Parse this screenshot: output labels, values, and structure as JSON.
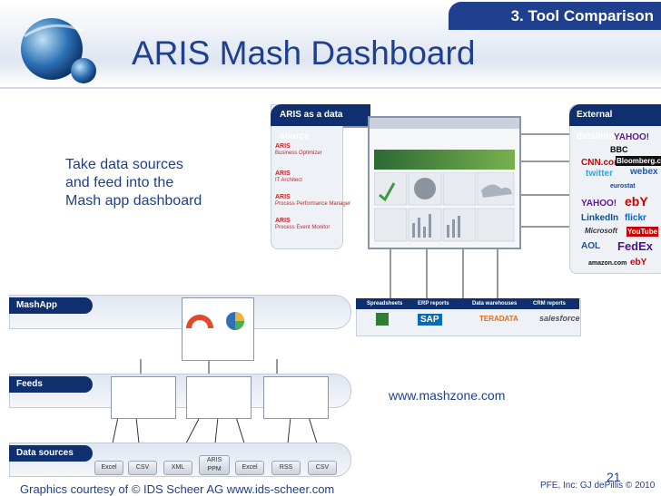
{
  "header": {
    "section_tag": "3. Tool Comparison",
    "title": "ARIS Mash Dashboard"
  },
  "description": "Take data sources\nand feed into the\nMash app dashboard",
  "right_diagram": {
    "aris_panel_title": "ARIS as a data source",
    "aris_products": [
      {
        "brand": "ARIS",
        "name": "Business Optimizer"
      },
      {
        "brand": "ARIS",
        "name": "IT Architect"
      },
      {
        "brand": "ARIS",
        "name": "Process Performance Manager"
      },
      {
        "brand": "ARIS",
        "name": "Process Event Monitor"
      }
    ],
    "external_panel_title": "External data/Internet",
    "external_sources": [
      "YAHOO!",
      "BBC",
      "CNN.com",
      "Bloomberg.com",
      "twitter",
      "webex",
      "eurostat",
      "YAHOO!",
      "ebY",
      "LinkedIn",
      "flickr",
      "Microsoft",
      "YouTube",
      "AOL",
      "FedEx",
      "amazon.com",
      "ebY"
    ],
    "lower_labels": [
      "Spreadsheets",
      "ERP reports",
      "Data warehouses",
      "CRM reports"
    ],
    "lower_logos": [
      "SAP",
      "TERADATA",
      "salesforce"
    ],
    "url": "www.mashzone.com"
  },
  "left_diagram": {
    "bands": [
      "MashApp",
      "Feeds",
      "Data sources"
    ],
    "data_sources": [
      "Excel",
      "CSV",
      "XML",
      "ARIS PPM",
      "Excel",
      "RSS",
      "CSV"
    ]
  },
  "footer": {
    "credit": "Graphics courtesy of  © IDS Scheer AG    www.ids-scheer.com",
    "page_number": "21",
    "copyright": "PFE, Inc: GJ dePillis © 2010"
  },
  "colors": {
    "accent": "#1f3f8f",
    "dark_navy": "#0f2f6f",
    "aris_red": "#c0282d"
  }
}
